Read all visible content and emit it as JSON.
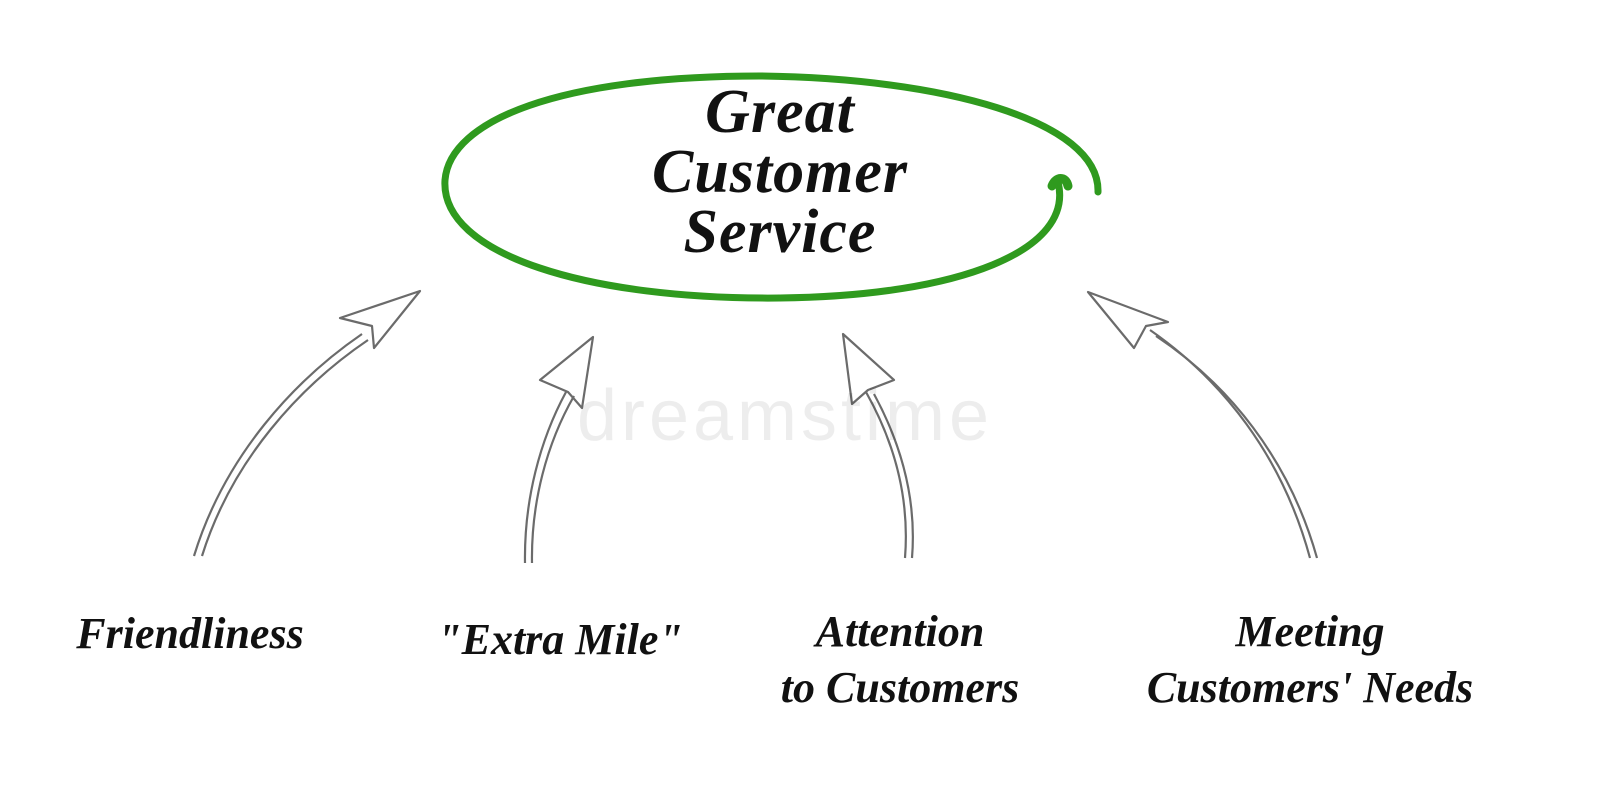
{
  "center": {
    "lines": [
      "Great",
      "Customer",
      "Service"
    ],
    "ring_color": "#2f9a1e"
  },
  "arrow_color": "#6b6b6b",
  "items": [
    {
      "lines": [
        "Friendliness"
      ]
    },
    {
      "lines": [
        "\"Extra Mile\""
      ]
    },
    {
      "lines": [
        "Attention",
        "to Customers"
      ]
    },
    {
      "lines": [
        "Meeting",
        "Customers' Needs"
      ]
    }
  ],
  "watermark": "dreamstime"
}
